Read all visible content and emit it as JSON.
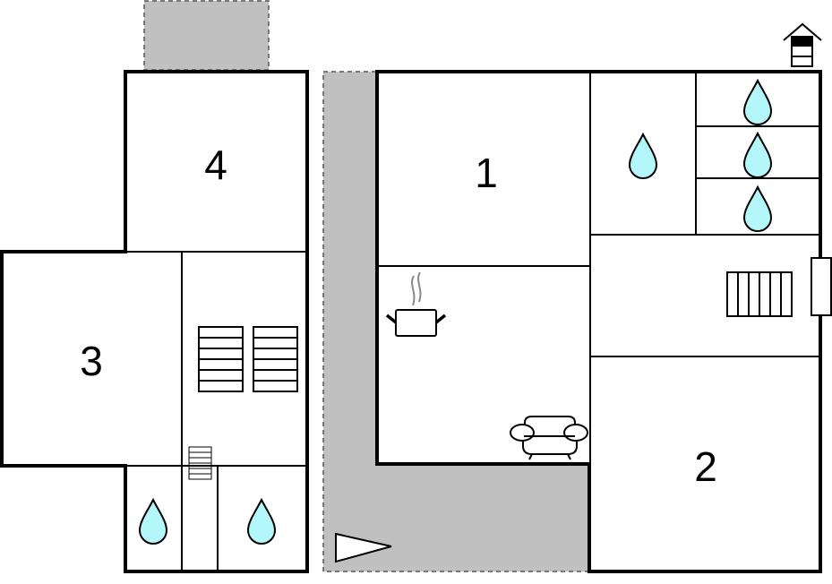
{
  "floor_plan": {
    "rooms": [
      {
        "label": "1"
      },
      {
        "label": "2"
      },
      {
        "label": "3"
      },
      {
        "label": "4"
      }
    ],
    "fixtures": [
      "water-drop-icon",
      "stairs-icon",
      "radiator-icon",
      "cooking-pot-icon",
      "sofa-icon",
      "window-icon",
      "house-icon",
      "north-arrow-icon"
    ],
    "colors": {
      "terrace": "#c0c0c0",
      "water": "#b3f7fa",
      "wall": "#000000"
    }
  }
}
